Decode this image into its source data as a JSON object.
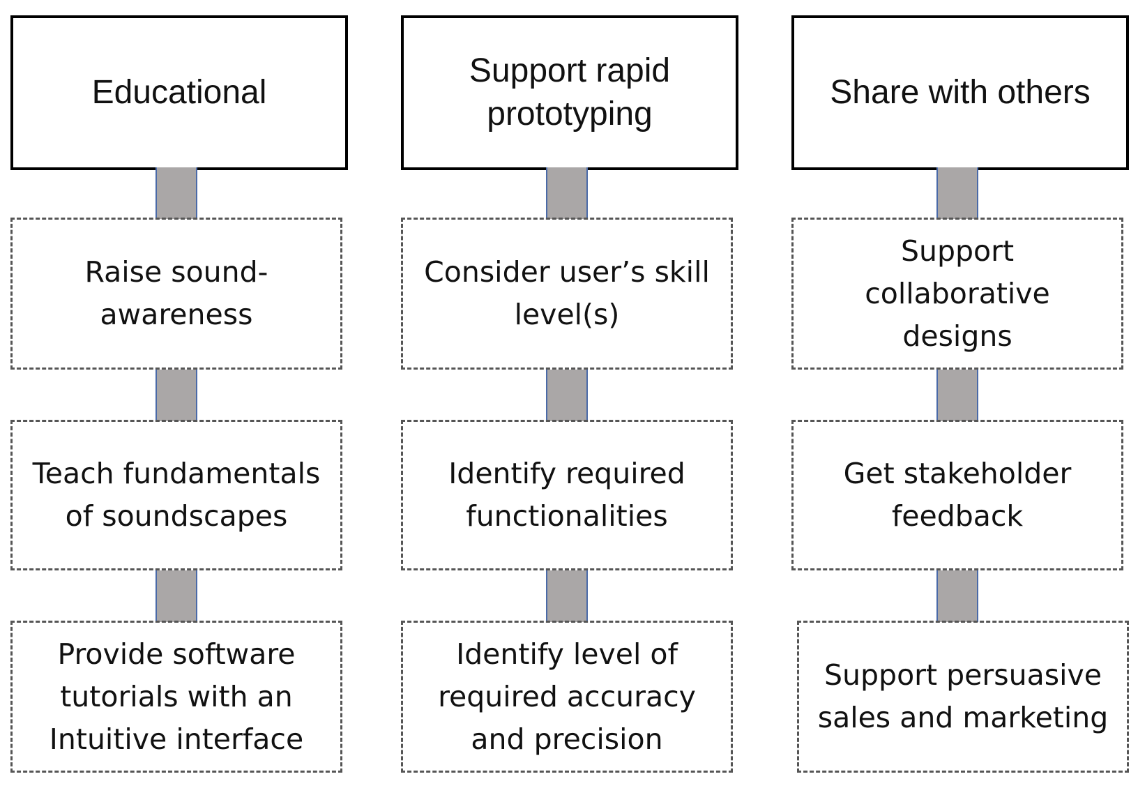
{
  "columns": [
    {
      "title": "Educational",
      "items": [
        "Raise sound-\nawareness",
        "Teach fundamentals\nof soundscapes",
        "Provide software\ntutorials with an\nIntuitive interface"
      ]
    },
    {
      "title": "Support rapid\nprototyping",
      "items": [
        "Consider user’s skill\nlevel(s)",
        "Identify required\nfunctionalities",
        "Identify level of\nrequired accuracy\nand precision"
      ]
    },
    {
      "title": "Share with others",
      "items": [
        "Support\ncollaborative\ndesigns",
        "Get stakeholder\nfeedback",
        "Support persuasive\nsales and marketing"
      ]
    }
  ]
}
